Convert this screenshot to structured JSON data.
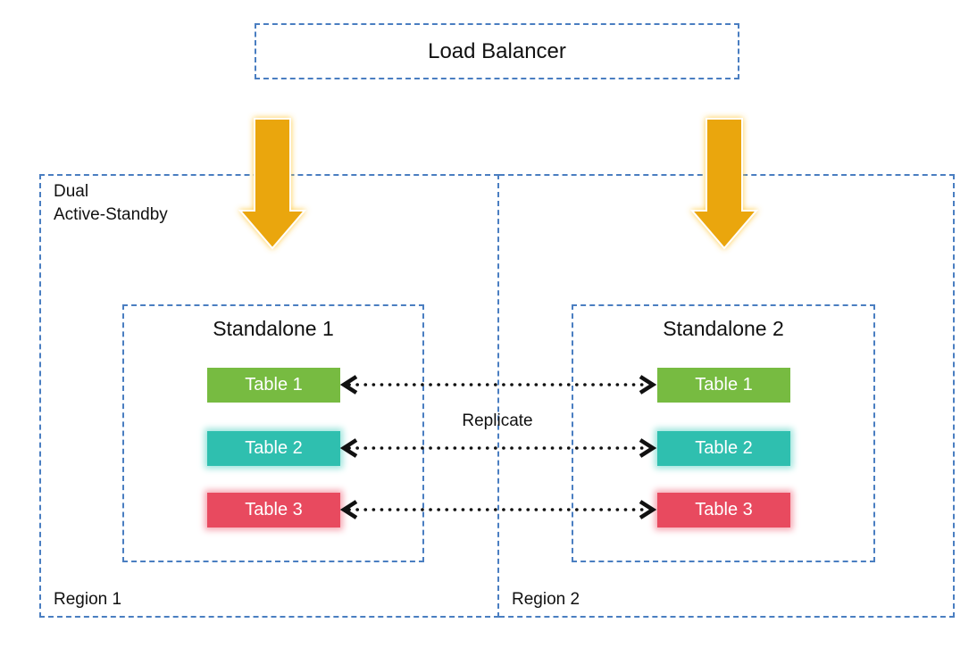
{
  "colors": {
    "border_blue": "#4A7EC1",
    "arrow_gold": "#EAA60D",
    "arrow_glow": "#FFC93E",
    "dot_black": "#111111"
  },
  "load_balancer": {
    "label": "Load Balancer"
  },
  "cluster_label": {
    "line1": "Dual",
    "line2": "Active-Standby"
  },
  "replicate_label": "Replicate",
  "regions": [
    {
      "label": "Region 1",
      "standalone": {
        "title": "Standalone 1",
        "tables": [
          {
            "label": "Table 1",
            "color": "#77BB41",
            "glow": ""
          },
          {
            "label": "Table 2",
            "color": "#2FBFAF",
            "glow": "#9BE4DC"
          },
          {
            "label": "Table 3",
            "color": "#E84A5F",
            "glow": "#F6A6B2"
          }
        ]
      }
    },
    {
      "label": "Region 2",
      "standalone": {
        "title": "Standalone 2",
        "tables": [
          {
            "label": "Table 1",
            "color": "#77BB41",
            "glow": ""
          },
          {
            "label": "Table 2",
            "color": "#2FBFAF",
            "glow": "#9BE4DC"
          },
          {
            "label": "Table 3",
            "color": "#E84A5F",
            "glow": "#F6A6B2"
          }
        ]
      }
    }
  ]
}
